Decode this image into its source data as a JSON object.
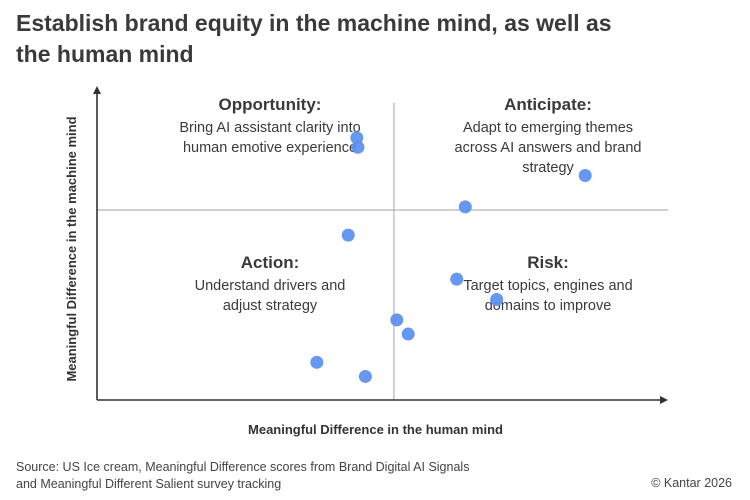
{
  "title_line1": "Establish brand equity in the machine mind, as well as",
  "title_line2": "the human mind",
  "source_line1": "Source: US Ice cream, Meaningful Difference scores from Brand Digital AI Signals",
  "source_line2": "and Meaningful Different Salient survey tracking",
  "copyright": "© Kantar 2026",
  "colors": {
    "point": "#5a8ff0",
    "divider": "#b3b3b3",
    "axis": "#333333"
  },
  "chart_data": {
    "type": "scatter",
    "title": "Establish brand equity in the machine mind, as well as the human mind",
    "xlabel": "Meaningful Difference in the human mind",
    "ylabel": "Meaningful Difference in the machine mind",
    "xlim": [
      0,
      100
    ],
    "ylim": [
      0,
      100
    ],
    "divider": {
      "x": 52,
      "y": 60.5
    },
    "grid": false,
    "quadrants": {
      "top_left": {
        "title": "Opportunity:",
        "lines": [
          "Bring AI assistant clarity into",
          "human emotive experience"
        ]
      },
      "top_right": {
        "title": "Anticipate:",
        "lines": [
          "Adapt to emerging themes",
          "across AI answers and brand",
          "strategy"
        ]
      },
      "bottom_left": {
        "title": "Action:",
        "lines": [
          "Understand drivers and",
          "adjust strategy"
        ]
      },
      "bottom_right": {
        "title": "Risk:",
        "lines": [
          "Target topics, engines and",
          "domains to improve"
        ]
      }
    },
    "points": [
      {
        "x": 45.5,
        "y": 83.5
      },
      {
        "x": 45.7,
        "y": 80.5
      },
      {
        "x": 85.5,
        "y": 71.5
      },
      {
        "x": 64.5,
        "y": 61.5
      },
      {
        "x": 44.0,
        "y": 52.5
      },
      {
        "x": 63.0,
        "y": 38.5
      },
      {
        "x": 70.0,
        "y": 32.0
      },
      {
        "x": 52.5,
        "y": 25.5
      },
      {
        "x": 54.5,
        "y": 21.0
      },
      {
        "x": 38.5,
        "y": 12.0
      },
      {
        "x": 47.0,
        "y": 7.5
      }
    ]
  }
}
